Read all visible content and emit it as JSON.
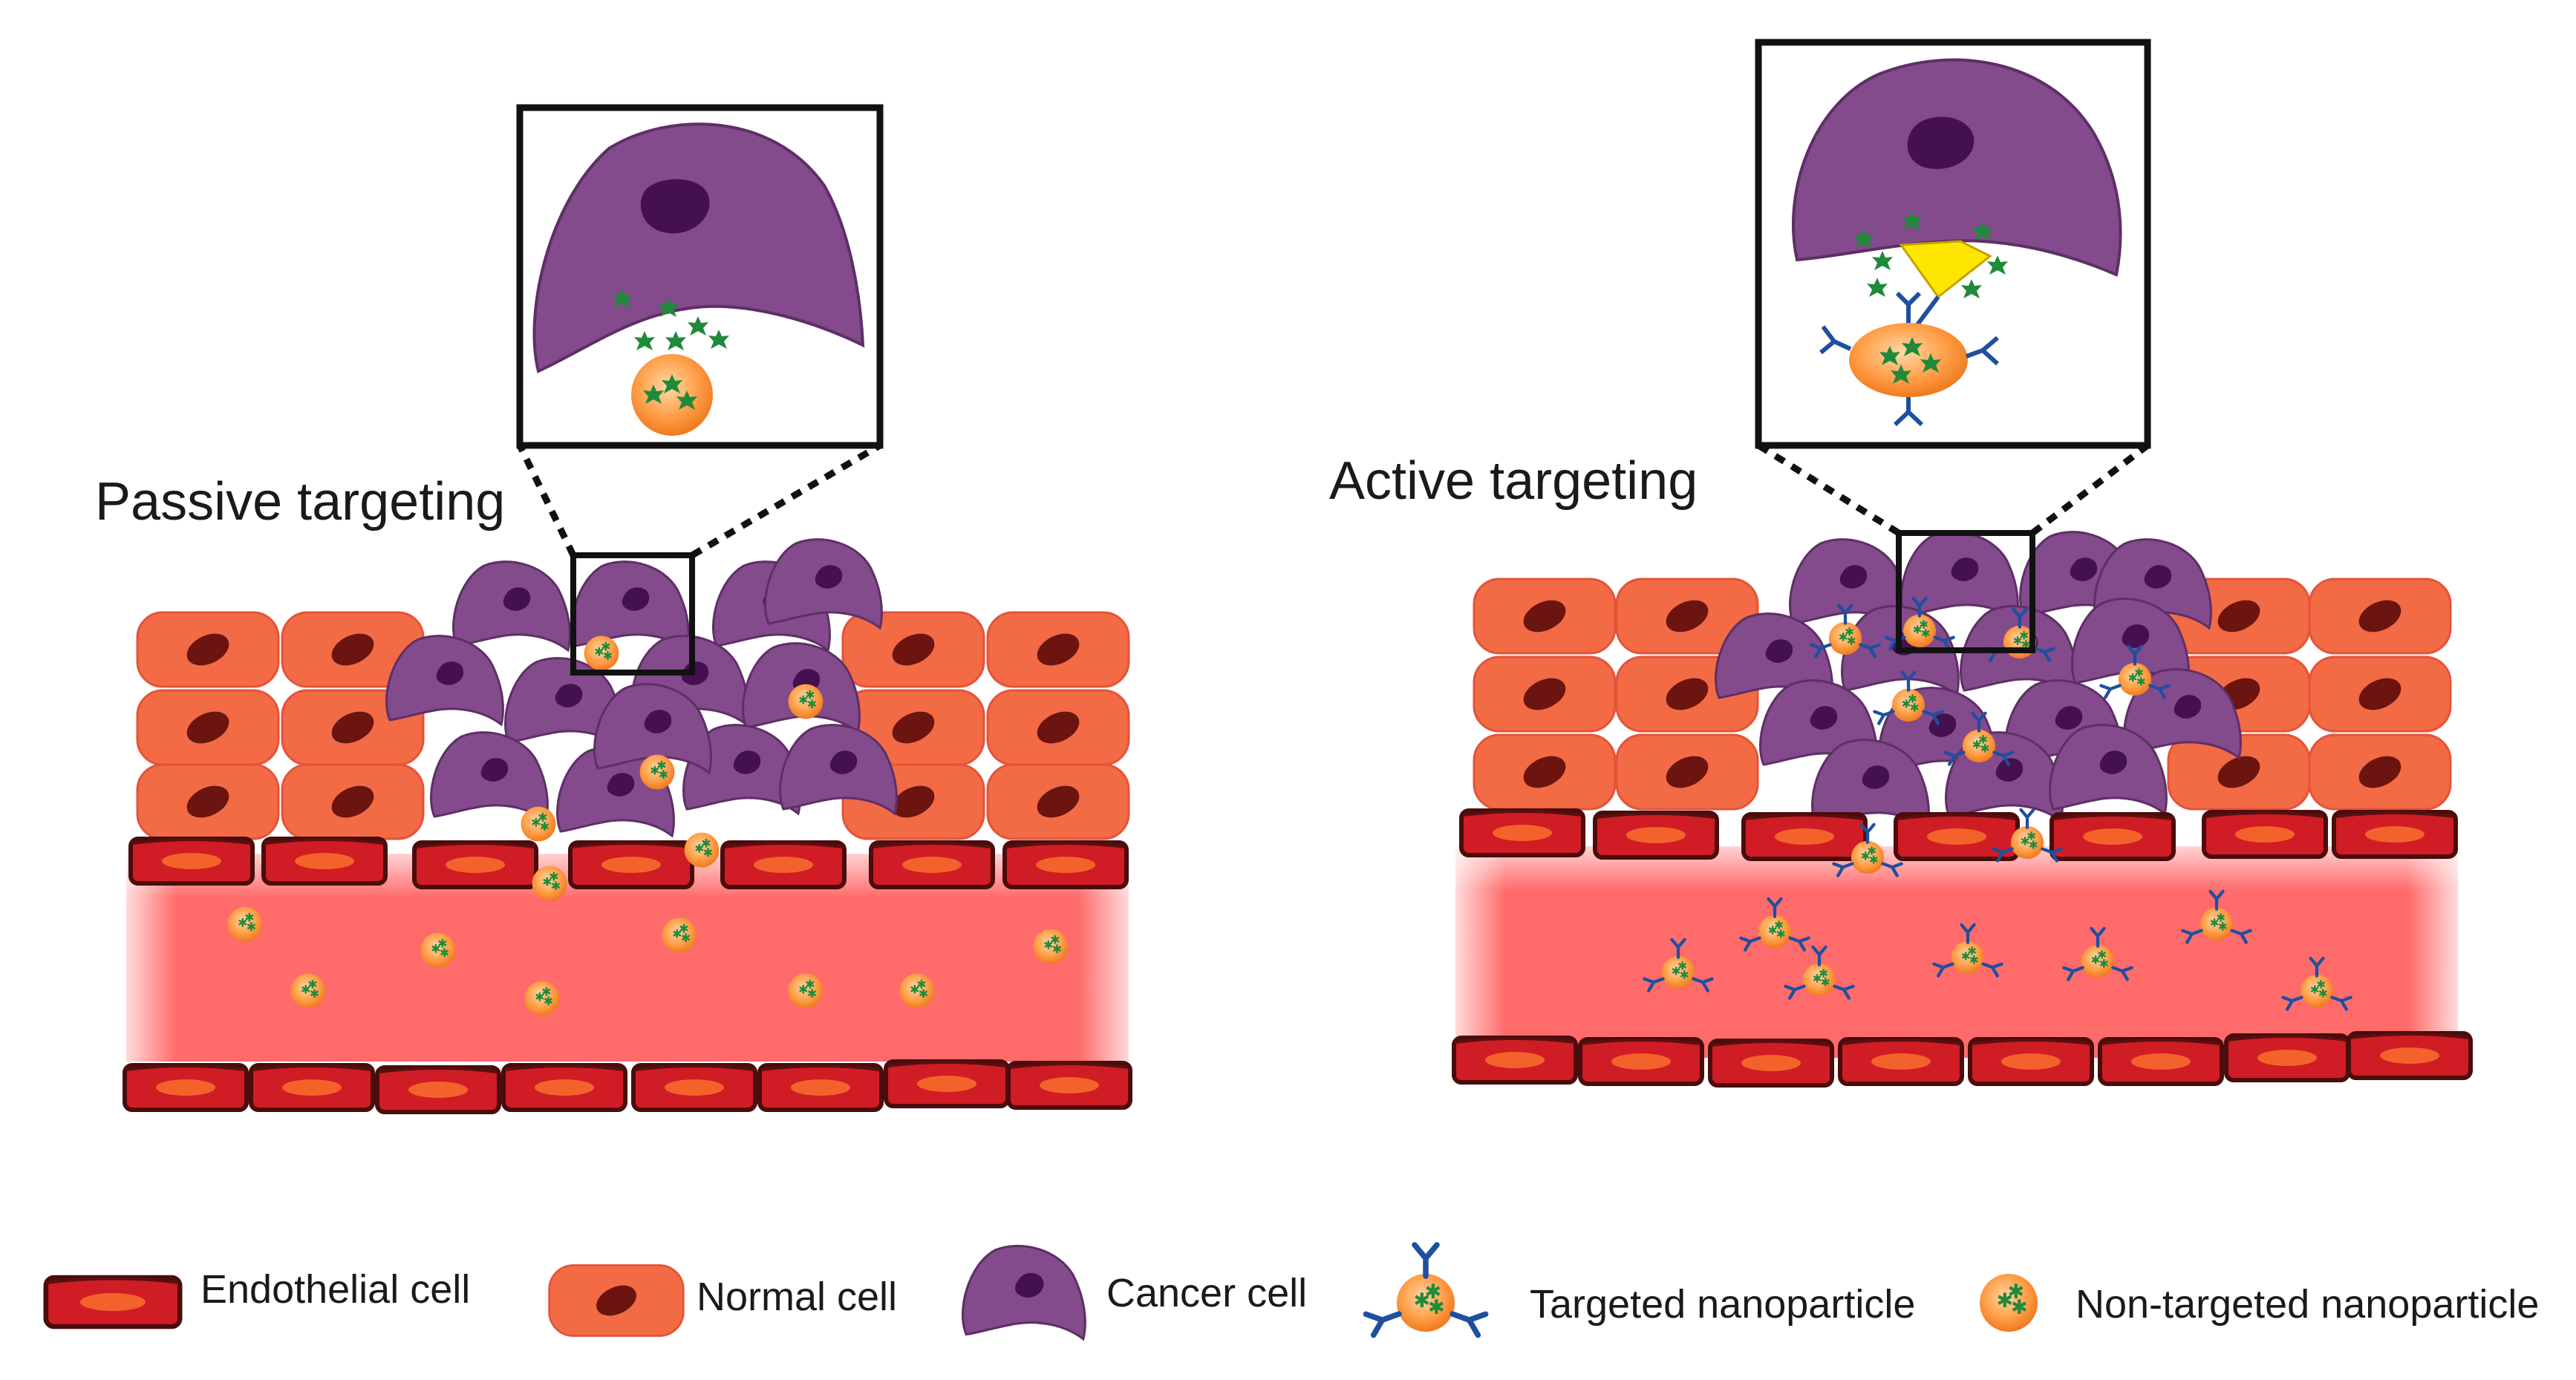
{
  "panels": {
    "passive": {
      "title": "Passive targeting"
    },
    "active": {
      "title": "Active targeting"
    }
  },
  "legend": {
    "endothelial": "Endothelial cell",
    "normal": "Normal cell",
    "cancer": "Cancer cell",
    "targeted": "Targeted nanoparticle",
    "nontargeted": "Non-targeted nanoparticle"
  },
  "colors": {
    "endothelial": "#d01c24",
    "endothelial_core": "#f4622c",
    "normal_cell": "#f26b45",
    "normal_nucleus": "#6b1410",
    "cancer_cell": "#834a8c",
    "cancer_nucleus": "#44104f",
    "vessel": "#ff6b6b",
    "drug": "#1e8a3a",
    "antibody": "#1e4fa0",
    "receptor": "#ffe600"
  }
}
